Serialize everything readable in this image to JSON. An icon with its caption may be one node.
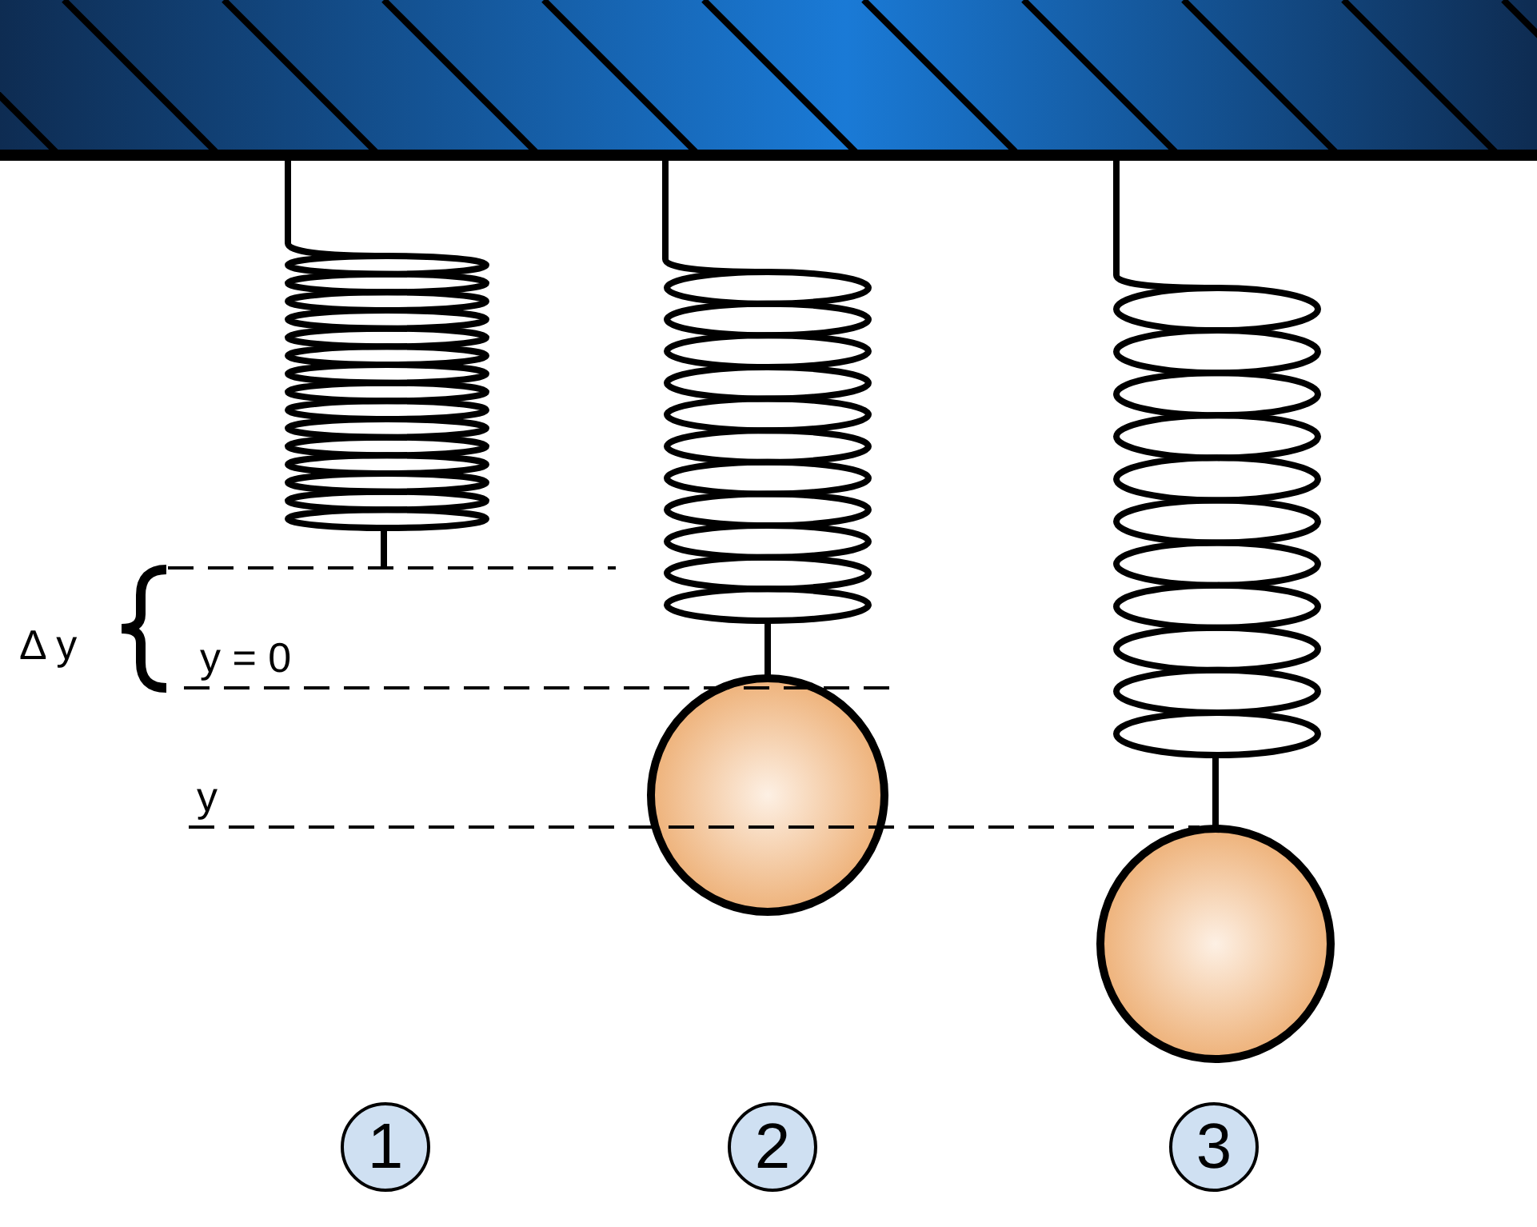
{
  "diagram": {
    "nodes": [
      {
        "text": [
          "1"
        ]
      },
      {
        "text": [
          "2"
        ]
      },
      {
        "text": [
          "3"
        ]
      }
    ],
    "edges": [],
    "labels": [
      "Δ y",
      "y = 0",
      "y"
    ]
  }
}
